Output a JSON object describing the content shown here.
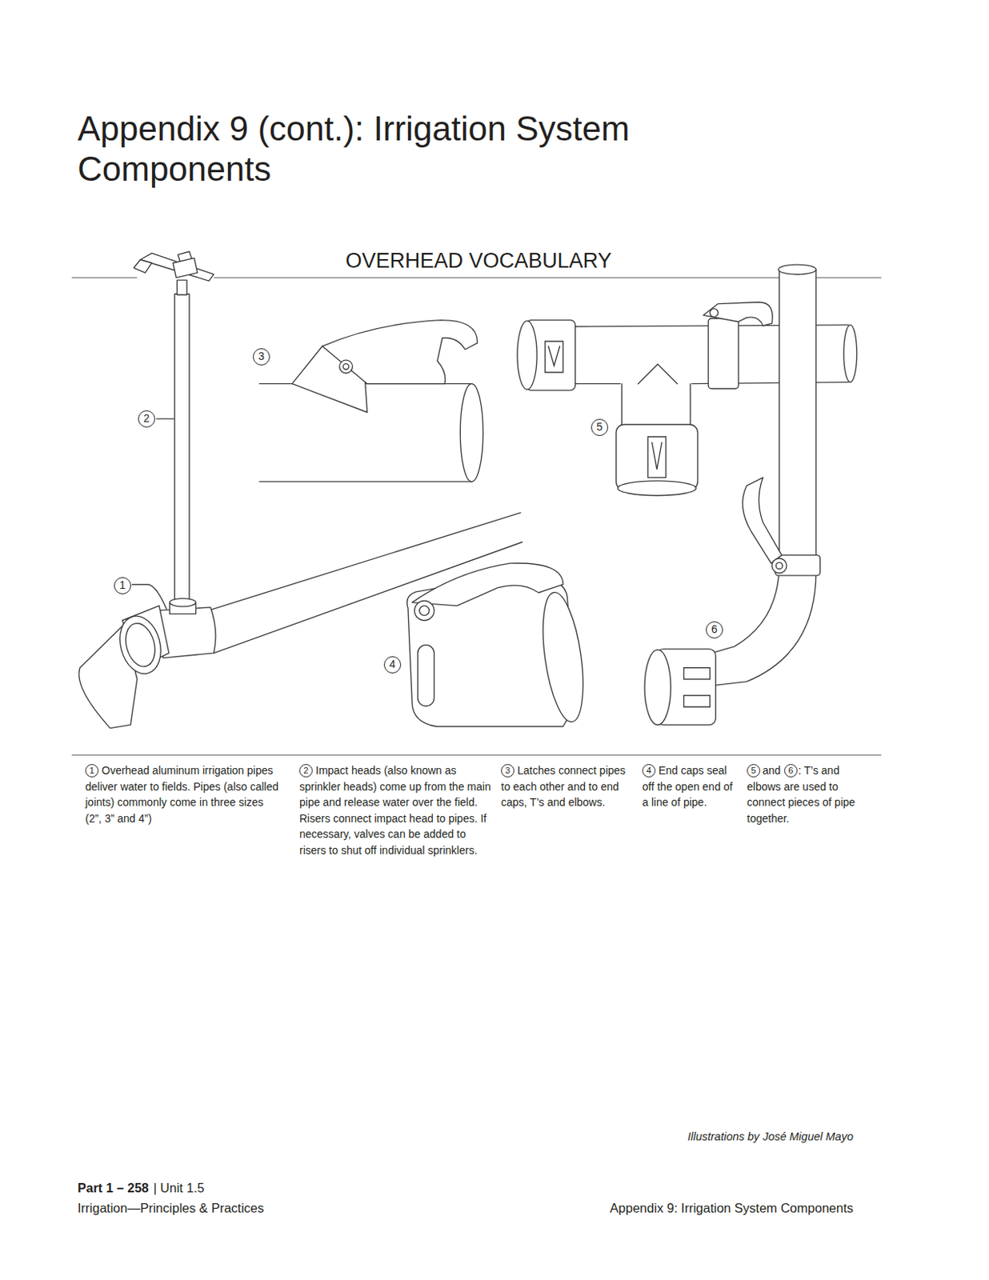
{
  "diagram": {
    "title": "Appendix 9 (cont.): Irrigation System Components",
    "labels": [
      "OVERHEAD VOCABULARY",
      "3",
      "2",
      "5",
      "1",
      "6",
      "4",
      "1",
      "Overhead aluminum irrigation pipes deliver water to fields. Pipes (also called joints) commonly come in three sizes (2”, 3” and 4”)",
      "2",
      "Impact heads (also known as sprinkler heads) come up from the main pipe and release water over the field. Risers connect impact head to pipes. If necessary, valves can be added to risers to shut off individual sprinklers.",
      "3",
      "Latches connect pipes to each other and to end caps, T’s and elbows.",
      "4",
      "End caps seal off the open end of a line of pipe.",
      "5",
      "and",
      "6",
      ": T’s and elbows are used to connect pieces of pipe together.",
      "Illustrations by José Miguel Mayo",
      "Part 1 – 258",
      "| Unit 1.5",
      "Irrigation—Principles & Practices",
      "Appendix 9: Irrigation System Components"
    ]
  }
}
